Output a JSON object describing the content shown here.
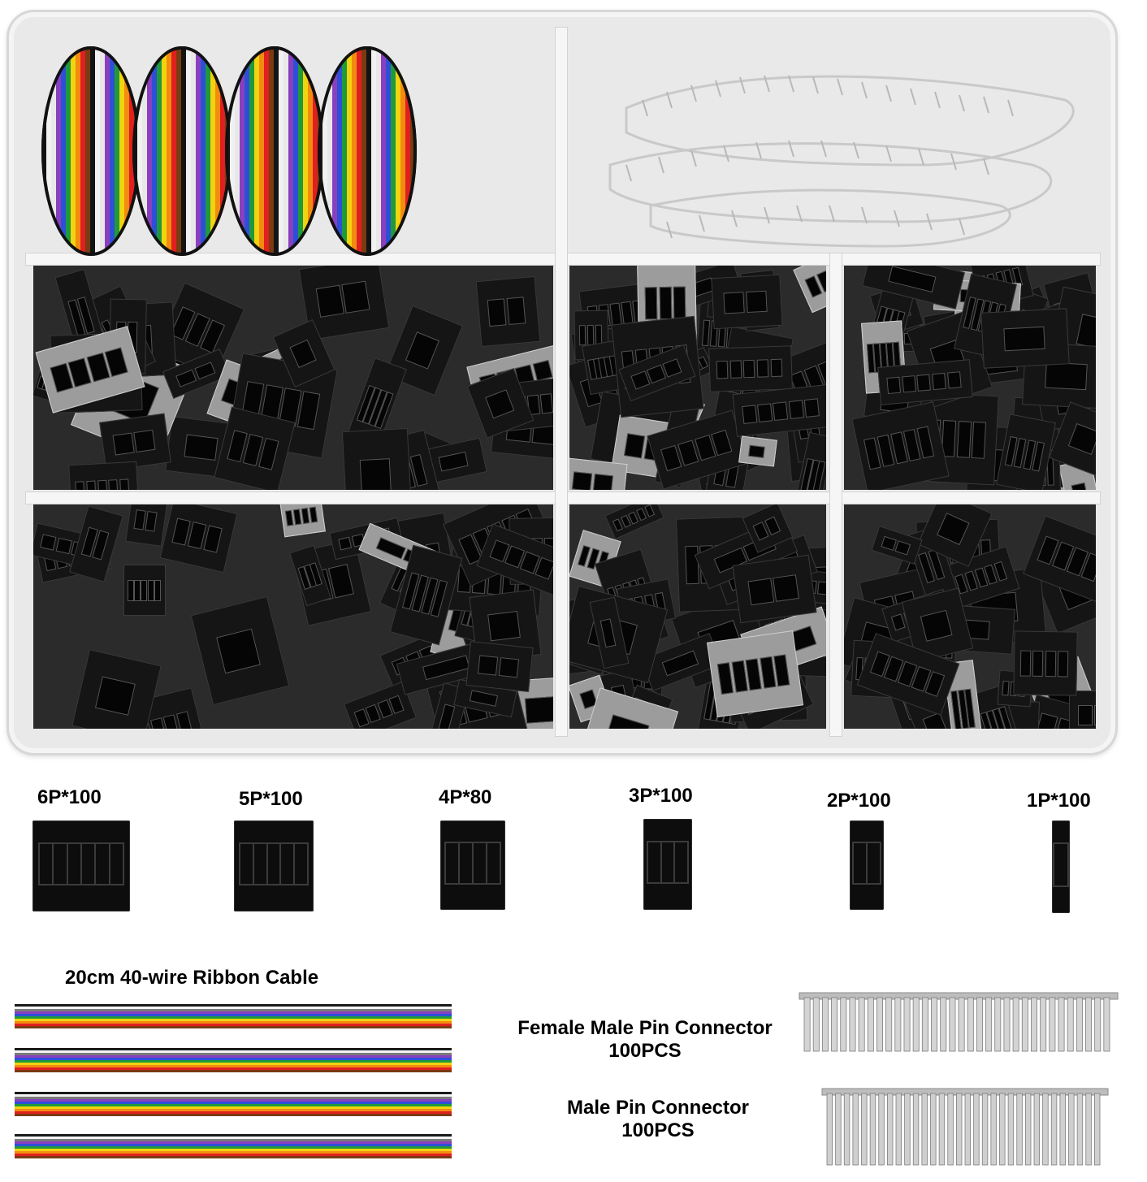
{
  "labels": {
    "p6": "6P*100",
    "p5": "5P*100",
    "p4": "4P*80",
    "p3": "3P*100",
    "p2": "2P*100",
    "p1": "1P*100"
  },
  "ribbon_cable": {
    "title": "20cm 40-wire Ribbon Cable"
  },
  "female_male_pin": {
    "line1": "Female Male Pin Connector",
    "line2": "100PCS"
  },
  "male_pin": {
    "line1": "Male Pin Connector",
    "line2": "100PCS"
  },
  "colors": {
    "ribbon": [
      "#1a1a1a",
      "#f4f4f4",
      "#7a7a7a",
      "#8a3fbf",
      "#2d4fd8",
      "#1f9a3a",
      "#f2d30f",
      "#f28c10",
      "#e01f1f",
      "#7a3b12"
    ]
  }
}
